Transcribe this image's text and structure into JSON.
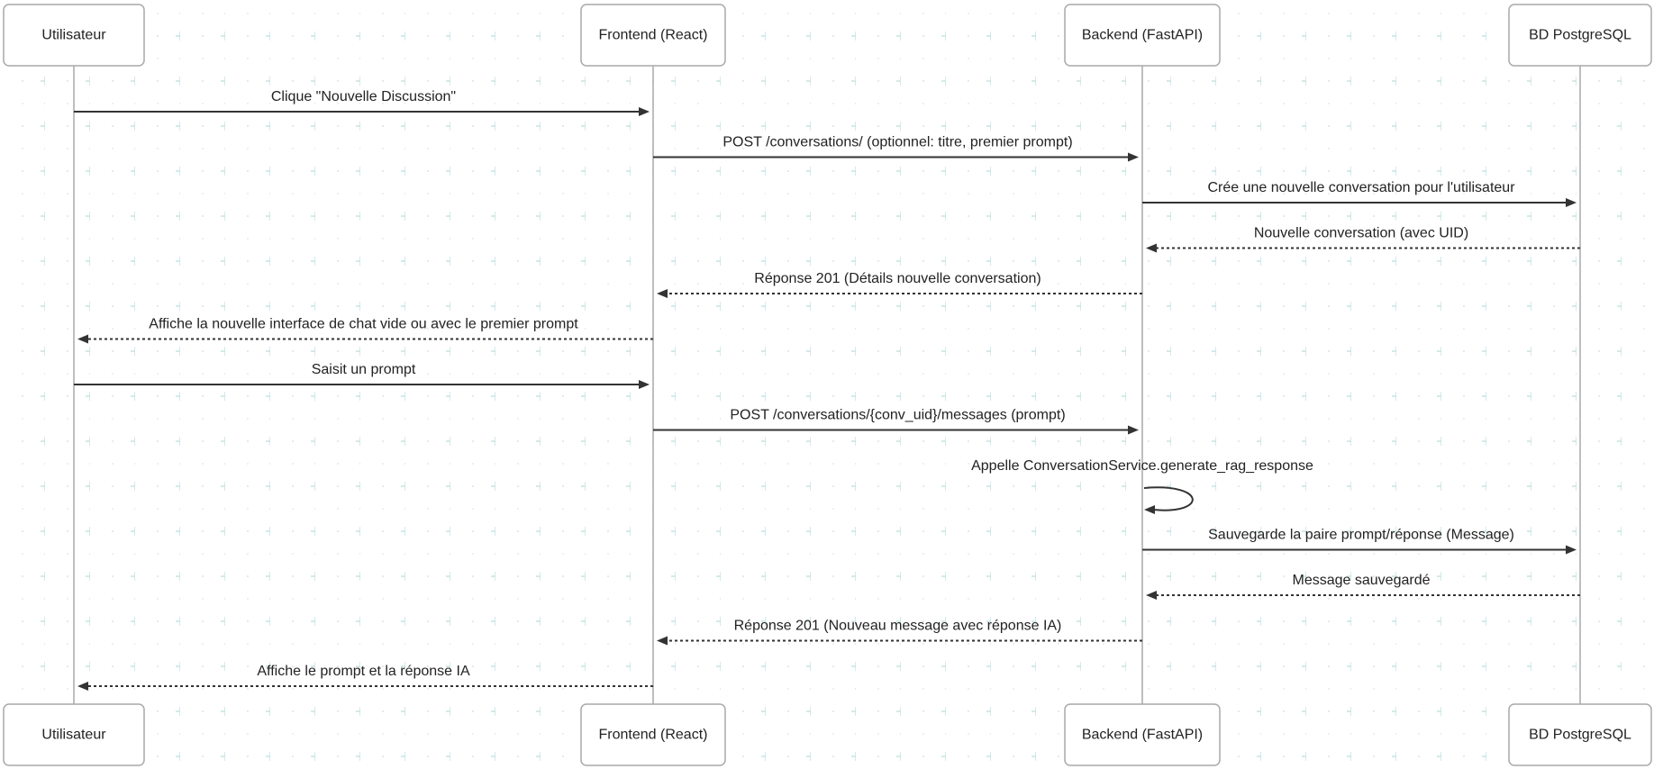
{
  "actors": [
    {
      "id": "user",
      "label": "Utilisateur"
    },
    {
      "id": "frontend",
      "label": "Frontend (React)"
    },
    {
      "id": "backend",
      "label": "Backend (FastAPI)"
    },
    {
      "id": "db",
      "label": "BD PostgreSQL"
    }
  ],
  "messages": [
    {
      "from": "user",
      "to": "frontend",
      "label": "Clique \"Nouvelle Discussion\"",
      "style": "solid"
    },
    {
      "from": "frontend",
      "to": "backend",
      "label": "POST /conversations/ (optionnel: titre, premier prompt)",
      "style": "solid"
    },
    {
      "from": "backend",
      "to": "db",
      "label": "Crée une nouvelle conversation pour l'utilisateur",
      "style": "solid"
    },
    {
      "from": "db",
      "to": "backend",
      "label": "Nouvelle conversation (avec UID)",
      "style": "dashed"
    },
    {
      "from": "backend",
      "to": "frontend",
      "label": "Réponse 201 (Détails nouvelle conversation)",
      "style": "dashed"
    },
    {
      "from": "frontend",
      "to": "user",
      "label": "Affiche la nouvelle interface de chat vide ou avec le premier prompt",
      "style": "dashed"
    },
    {
      "from": "user",
      "to": "frontend",
      "label": "Saisit un prompt",
      "style": "solid"
    },
    {
      "from": "frontend",
      "to": "backend",
      "label": "POST /conversations/{conv_uid}/messages (prompt)",
      "style": "solid"
    },
    {
      "from": "backend",
      "to": "backend",
      "label": "Appelle ConversationService.generate_rag_response",
      "style": "solid"
    },
    {
      "from": "backend",
      "to": "db",
      "label": "Sauvegarde la paire prompt/réponse (Message)",
      "style": "solid"
    },
    {
      "from": "db",
      "to": "backend",
      "label": "Message sauvegardé",
      "style": "dashed"
    },
    {
      "from": "backend",
      "to": "frontend",
      "label": "Réponse 201 (Nouveau message avec réponse IA)",
      "style": "dashed"
    },
    {
      "from": "frontend",
      "to": "user",
      "label": "Affiche le prompt et la réponse IA",
      "style": "dashed"
    }
  ],
  "colors": {
    "background": "#ffffff",
    "grid_mark": "#c7e3e3",
    "line": "#333333",
    "box_border": "#a9a9a9",
    "text": "#222222"
  }
}
